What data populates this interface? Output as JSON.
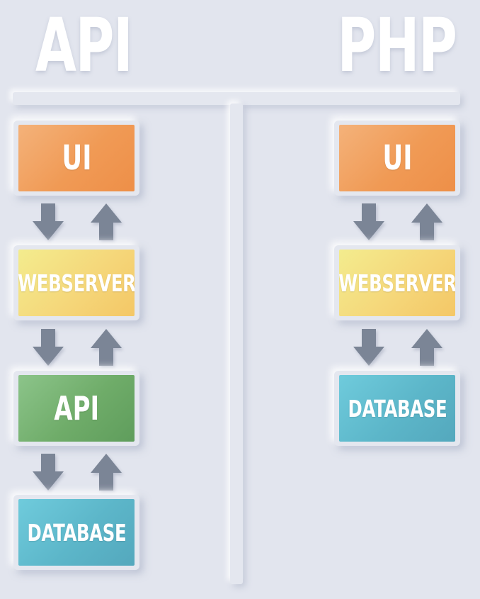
{
  "headings": {
    "left": "API",
    "right": "PHP"
  },
  "left_column": {
    "ui": "UI",
    "webserver": "WEBSERVER",
    "api": "API",
    "database": "DATABASE"
  },
  "right_column": {
    "ui": "UI",
    "webserver": "WEBSERVER",
    "database": "DATABASE"
  },
  "colors": {
    "background": "#e2e5ee",
    "ui": "#f09a55",
    "webserver": "#f5d77a",
    "api": "#6fac69",
    "database": "#5cb6c9",
    "arrow": "#7b8596"
  },
  "icons": {
    "down": "arrow-down-icon",
    "up": "arrow-up-icon"
  }
}
